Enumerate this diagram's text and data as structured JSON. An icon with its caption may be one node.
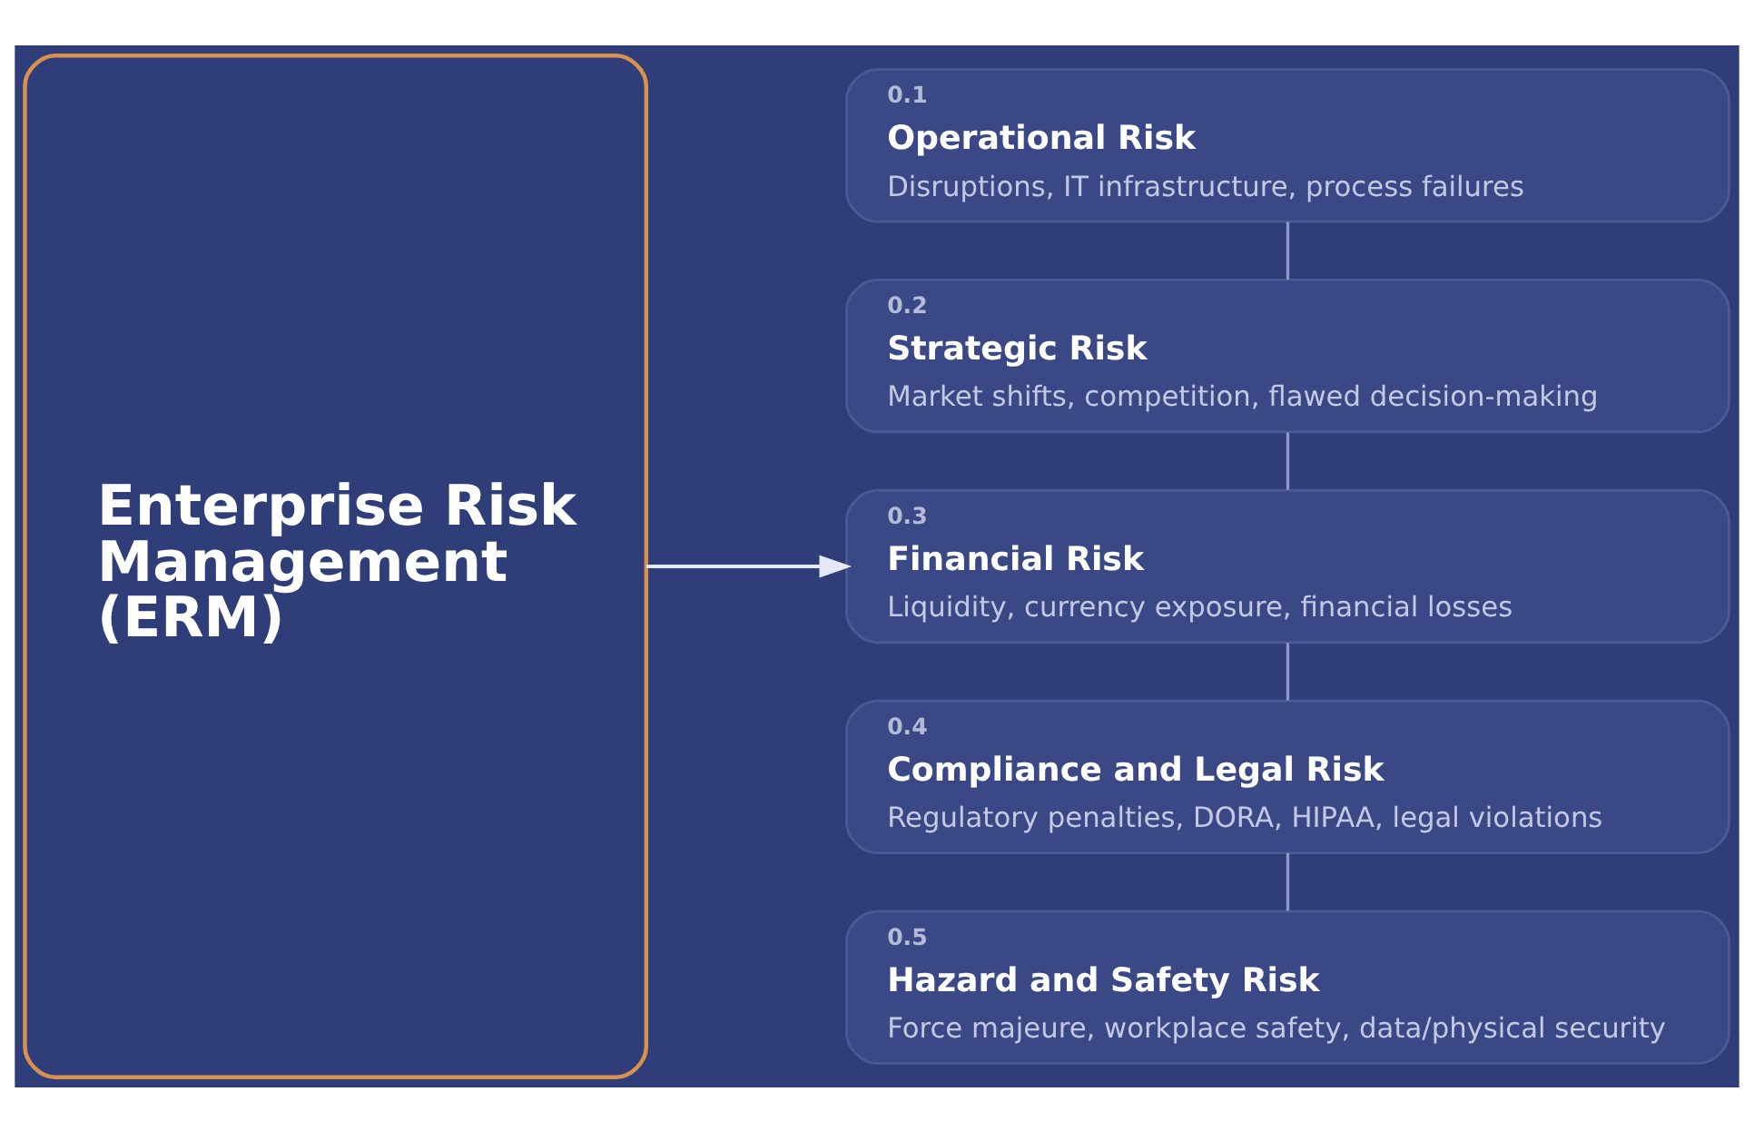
{
  "diagram": {
    "nodes": [
      {
        "text": [
          "Enterprise Risk Management (ERM)"
        ]
      },
      {
        "text": [
          "0.1",
          "Operational Risk",
          "Disruptions, IT infrastructure, process failures"
        ]
      },
      {
        "text": [
          "0.2",
          "Strategic Risk",
          "Market shifts, competition, flawed decision-making"
        ]
      },
      {
        "text": [
          "0.3",
          "Financial Risk",
          "Liquidity, currency exposure, financial losses"
        ]
      },
      {
        "text": [
          "0.4",
          "Compliance and Legal Risk",
          "Regulatory penalties, DORA, HIPAA, legal violations"
        ]
      },
      {
        "text": [
          "0.5",
          "Hazard and Safety Risk",
          "Force majeure, workplace safety, data/physical security"
        ]
      }
    ],
    "edges": [
      {
        "from": 0,
        "to": 3,
        "arrow": "to"
      },
      {
        "from": 1,
        "to": 2,
        "arrow": "none"
      },
      {
        "from": 2,
        "to": 3,
        "arrow": "none"
      },
      {
        "from": 3,
        "to": 4,
        "arrow": "none"
      },
      {
        "from": 4,
        "to": 5,
        "arrow": "none"
      }
    ]
  }
}
